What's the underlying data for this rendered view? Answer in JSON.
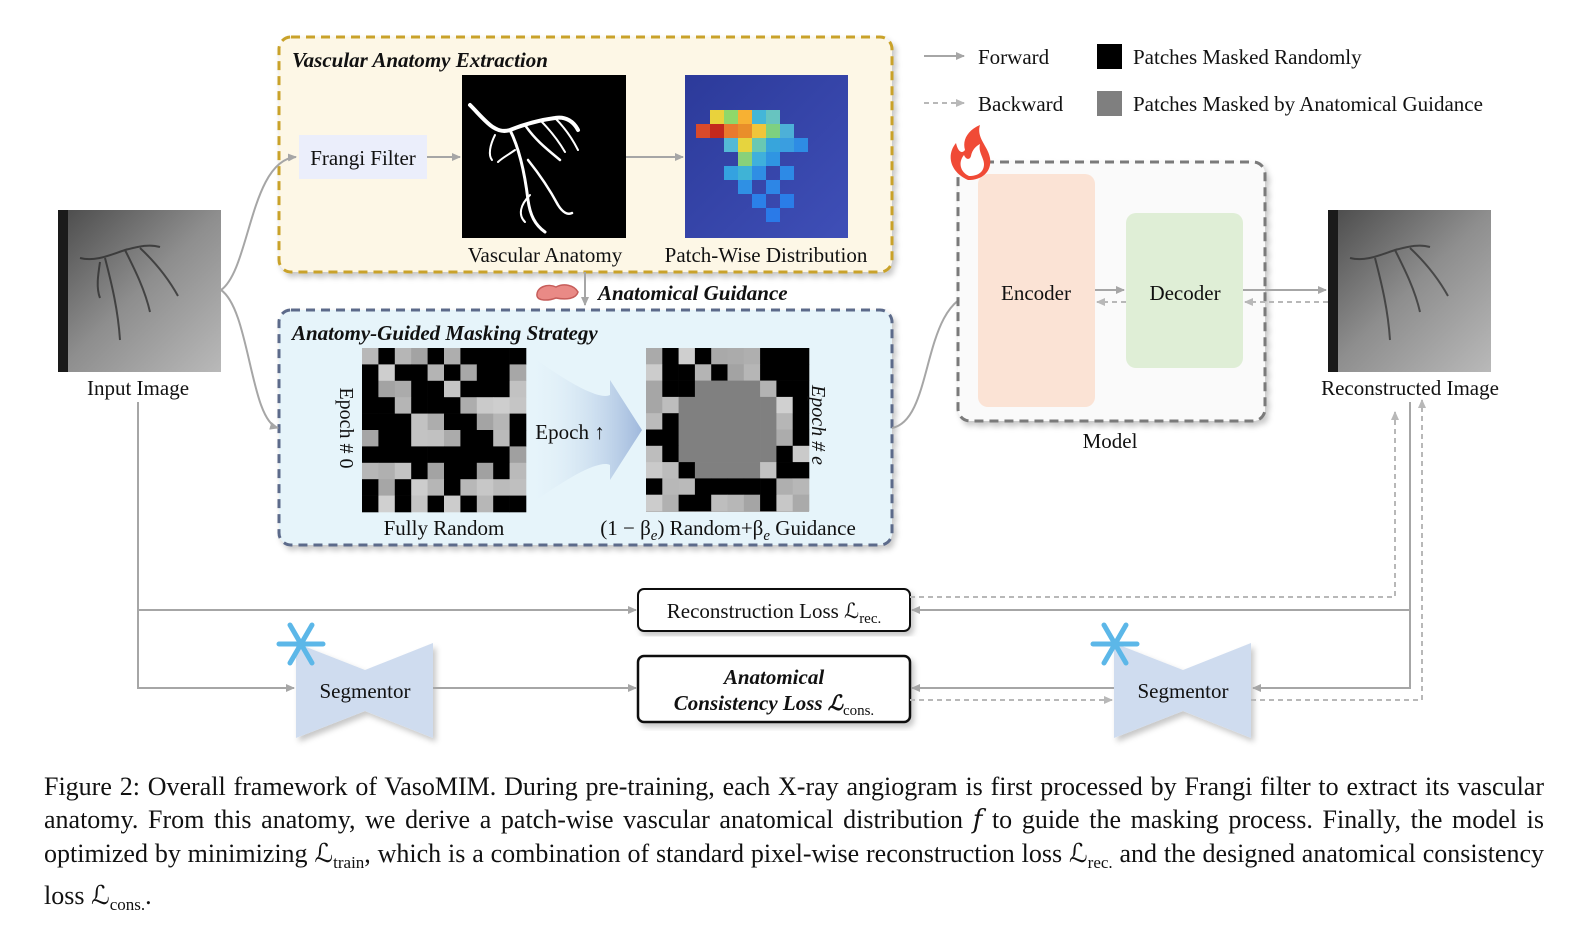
{
  "legend": {
    "forward": "Forward",
    "backward": "Backward",
    "masked_random": "Patches Masked Randomly",
    "masked_guided": "Patches Masked by Anatomical Guidance"
  },
  "extraction": {
    "title": "Vascular Anatomy Extraction",
    "frangi": "Frangi Filter",
    "vascular_anatomy": "Vascular Anatomy",
    "patch_distribution": "Patch-Wise Distribution"
  },
  "guidance_label": "Anatomical Guidance",
  "masking": {
    "title": "Anatomy-Guided Masking Strategy",
    "epoch0": "Epoch # 0",
    "epoch_arrow": "Epoch ↑",
    "epoche": "Epoch # e",
    "fully_random": "Fully Random",
    "mixed_prefix": "(1 − β",
    "mixed_sub1": "e",
    "mixed_mid": ") Random+β",
    "mixed_sub2": "e",
    "mixed_suffix": " Guidance"
  },
  "input_image": "Input Image",
  "reconstructed_image": "Reconstructed Image",
  "model": {
    "label": "Model",
    "encoder": "Encoder",
    "decoder": "Decoder"
  },
  "losses": {
    "rec_prefix": "Reconstruction Loss ℒ",
    "rec_sub": "rec.",
    "cons_line1": "Anatomical",
    "cons_prefix": "Consistency Loss ℒ",
    "cons_sub": "cons."
  },
  "segmentor": "Segmentor",
  "caption": {
    "part1": "Figure 2: Overall framework of VasoMIM. During pre-training, each X-ray angiogram is first processed by Frangi filter to extract its vascular anatomy. From this anatomy, we derive a patch-wise vascular anatomical distribution ",
    "f": "f",
    "part2": " to guide the masking process. Finally, the model is optimized by minimizing ",
    "L1": "ℒ",
    "L1_sub": "train",
    "part3": ", which is a combination of standard pixel-wise reconstruction loss ",
    "L2": "ℒ",
    "L2_sub": "rec.",
    "part4": " and the designed anatomical consistency loss ",
    "L3": "ℒ",
    "L3_sub": "cons.",
    "part5": "."
  },
  "colors": {
    "extraction_bg": "#fdf7e6",
    "extraction_border": "#c9a229",
    "masking_bg": "#e6f4fa",
    "masking_border": "#5b6a8a",
    "encoder": "#fbe3d5",
    "decoder": "#dfeed6",
    "segmentor": "#cfdcef",
    "arrow": "#a6a6a6"
  },
  "icons": [
    "flame-icon",
    "snowflake-icon",
    "brain-icon"
  ]
}
